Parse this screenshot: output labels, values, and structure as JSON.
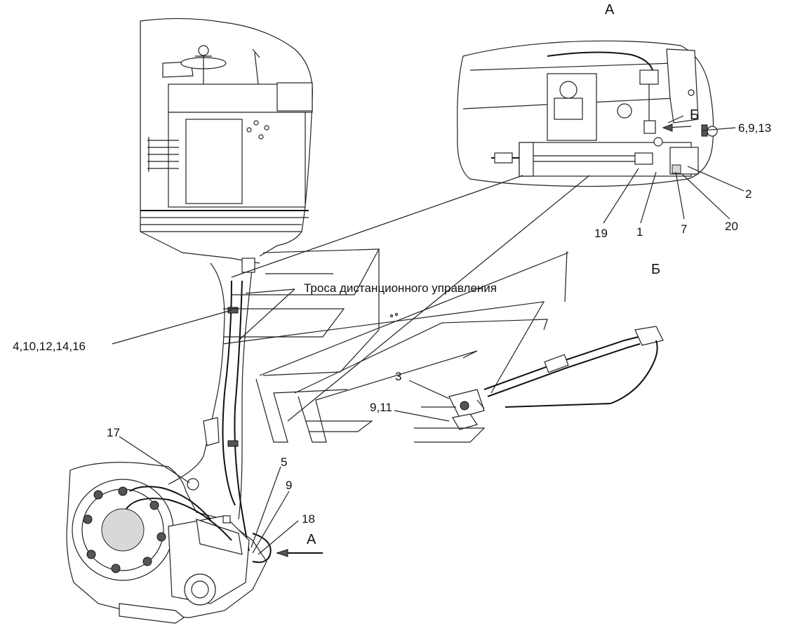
{
  "views": {
    "view_a": "А",
    "view_b_top": "Б",
    "view_b_arrow": "Б",
    "arrow_a": "А"
  },
  "note": "Троса  дистанционного управления",
  "callouts": {
    "c_6_9_13": "6,9,13",
    "c_2": "2",
    "c_19": "19",
    "c_1": "1",
    "c_7": "7",
    "c_20": "20",
    "c_4_10_12_14_16": "4,10,12,14,16",
    "c_3": "3",
    "c_9_11": "9,11",
    "c_17": "17",
    "c_5": "5",
    "c_9": "9",
    "c_18": "18"
  }
}
